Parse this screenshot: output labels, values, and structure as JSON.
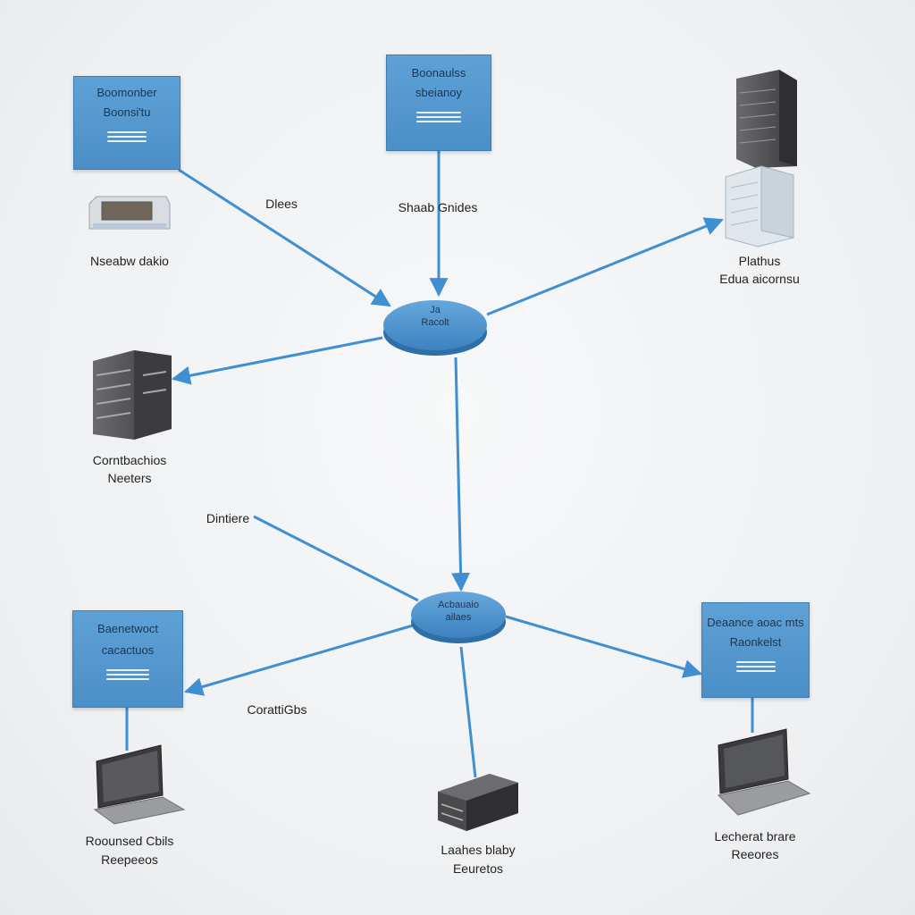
{
  "colors": {
    "link": "#3f8fd2",
    "node": "#4a90cf",
    "panel": "#5ea1d6"
  },
  "panels": [
    {
      "name": "panel-top-left",
      "lines": [
        "Boomonber",
        "Boonsi'tu"
      ]
    },
    {
      "name": "panel-top-center",
      "lines": [
        "Boonaulss",
        "sbeianoy"
      ]
    },
    {
      "name": "panel-bottom-left",
      "lines": [
        "Baenetwoct",
        "cacactuos"
      ]
    },
    {
      "name": "panel-bottom-right",
      "lines": [
        "Deaance aoac mts",
        "Raonkelst"
      ]
    }
  ],
  "hubs": [
    {
      "name": "hub-upper",
      "lines": [
        "Ja",
        "Racolt"
      ]
    },
    {
      "name": "hub-lower",
      "lines": [
        "Acbauaio",
        "ailaes"
      ]
    }
  ],
  "labels": {
    "dlees": "Dlees",
    "shad_gnides": "Shaab Gnides",
    "nseabw": "Nseabw dakio",
    "plathus": "Plathus",
    "edua": "Edua aicornsu",
    "cornt1": "Corntbachios",
    "cornt2": "Neeters",
    "dintere": "Dintiere",
    "cornd": "CorattiGbs",
    "rodsed1": "Roounsed Cbils",
    "rodsed2": "Reepeeos",
    "laaches1": "Laahes blaby",
    "laaches2": "Eeuretos",
    "lecherat1": "Lecherat brare",
    "lecherat2": "Reeores"
  },
  "icons": [
    "router-icon",
    "server-tower-icon",
    "server-glass-icon",
    "server-rack-icon",
    "laptop-icon",
    "hard-drive-icon"
  ]
}
